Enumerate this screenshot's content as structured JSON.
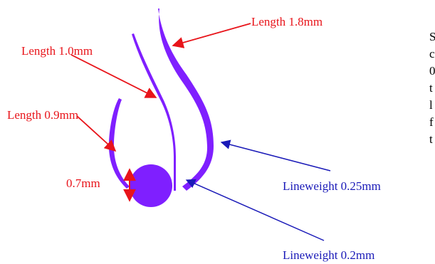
{
  "colors": {
    "shape": "#7f1fff",
    "red": "#e8141a",
    "blue": "#1a1ab8",
    "text": "#000000"
  },
  "labels": {
    "length_1": "Length 1.8mm",
    "length_2": "Length 1.0mm",
    "length_3": "Length 0.9mm",
    "height": "0.7mm",
    "lineweight_1": "Lineweight 0.25mm",
    "lineweight_2": "Lineweight 0.2mm"
  },
  "cut_off_text": {
    "line_1": "S",
    "line_2": "c",
    "line_3": "0",
    "line_4": "t",
    "line_5": "l",
    "line_6": "f",
    "line_7": "t"
  }
}
